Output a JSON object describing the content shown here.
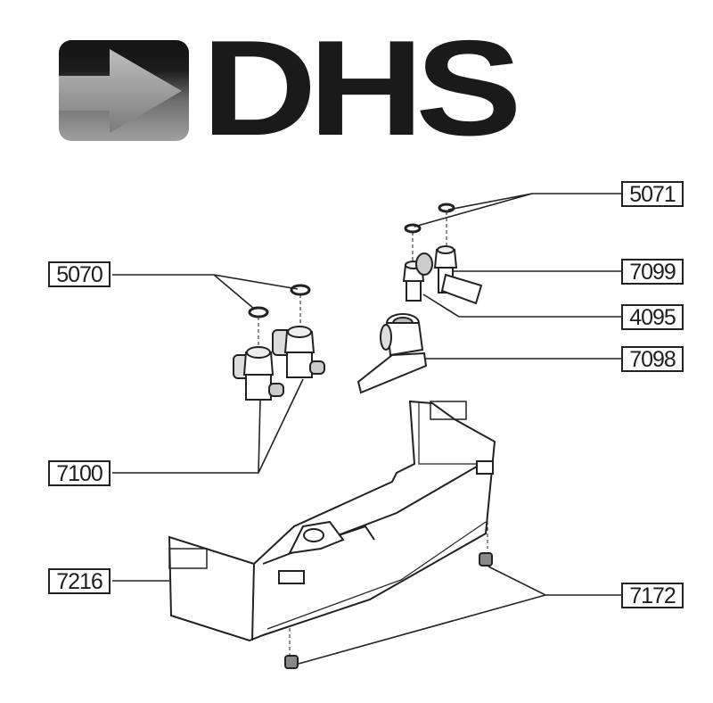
{
  "logo": {
    "text": "DHS",
    "icon": "arrow-right-icon"
  },
  "diagram": {
    "type": "exploded-parts-diagram",
    "part_labels": [
      {
        "id": "5070",
        "side": "left",
        "points_to": "two washers above left valves"
      },
      {
        "id": "7100",
        "side": "left",
        "points_to": "two valves"
      },
      {
        "id": "7216",
        "side": "left",
        "points_to": "bottom cover housing"
      },
      {
        "id": "5071",
        "side": "right",
        "points_to": "two washers above right valves"
      },
      {
        "id": "7099",
        "side": "right",
        "points_to": "valve with lever"
      },
      {
        "id": "4095",
        "side": "right",
        "points_to": "valve fitting"
      },
      {
        "id": "7098",
        "side": "right",
        "points_to": "lever valve"
      },
      {
        "id": "7172",
        "side": "right",
        "points_to": "two clips"
      }
    ]
  },
  "colors": {
    "background": "#ffffff",
    "line": "#222222",
    "logo_dark": "#1a1a1a",
    "logo_arrow": "#9a9a9a"
  }
}
